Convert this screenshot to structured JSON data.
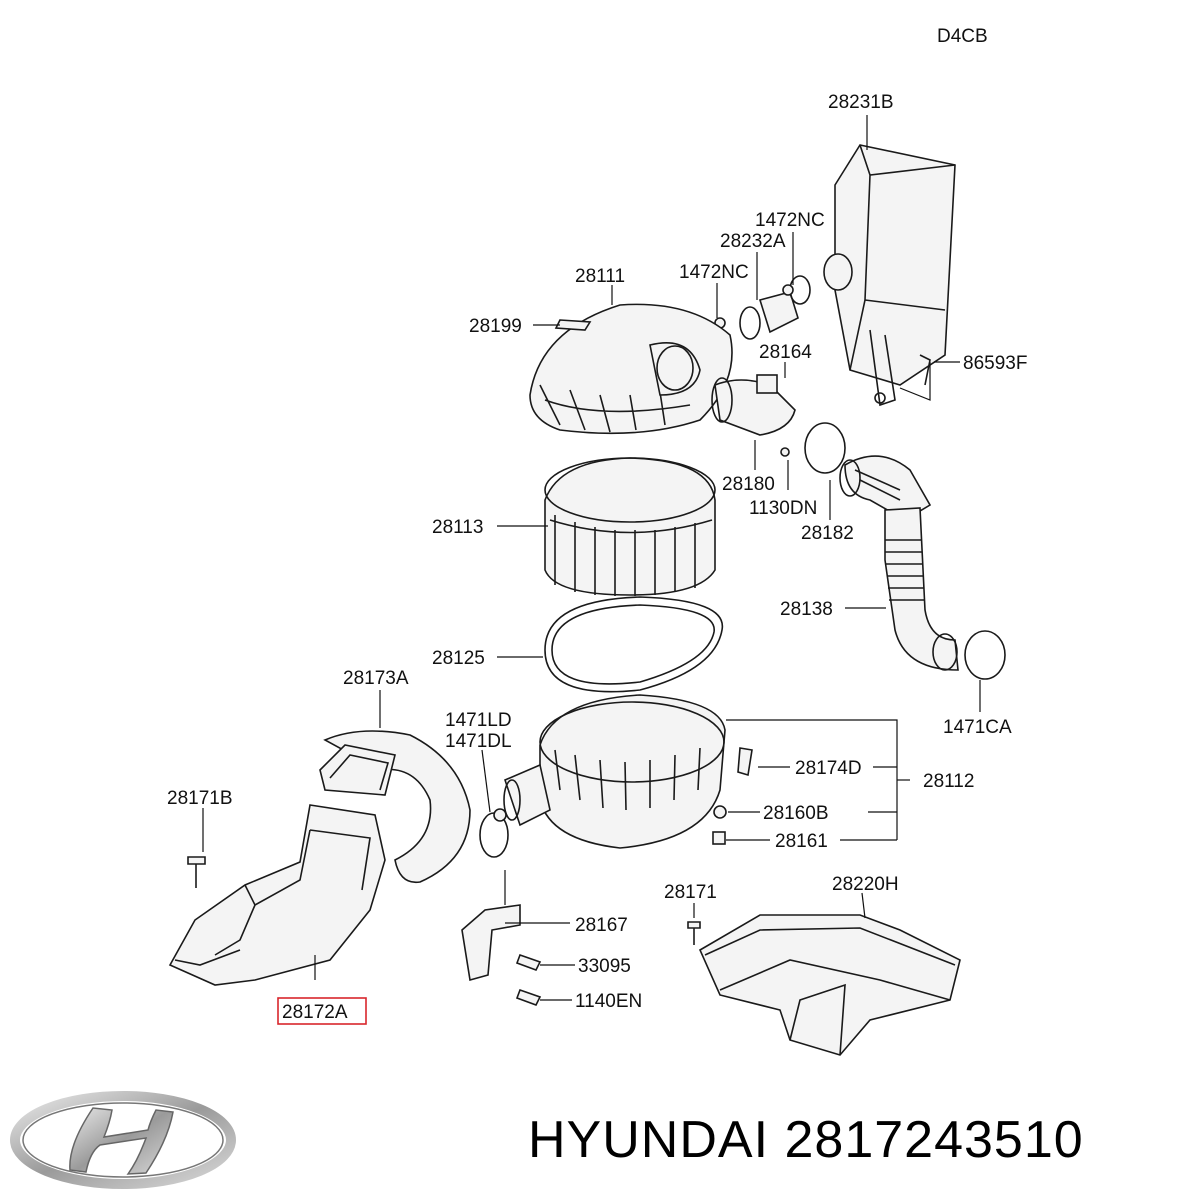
{
  "diagram": {
    "engine_code": "D4CB",
    "highlighted_part": "28172A",
    "highlight_color": "#d9262c",
    "labels": [
      "28231B",
      "1472NC",
      "28232A",
      "1472NC",
      "28111",
      "28199",
      "86593F",
      "28164",
      "28180",
      "1130DN",
      "28182",
      "28113",
      "28138",
      "28125",
      "1471CA",
      "28173A",
      "1471LD",
      "1471DL",
      "28174D",
      "28112",
      "28171B",
      "28160B",
      "28161",
      "28171",
      "28220H",
      "28167",
      "33095",
      "1140EN",
      "28172A"
    ]
  },
  "footer": {
    "brand": "HYUNDAI",
    "part_number": "2817243510",
    "logo": "hyundai-logo"
  }
}
